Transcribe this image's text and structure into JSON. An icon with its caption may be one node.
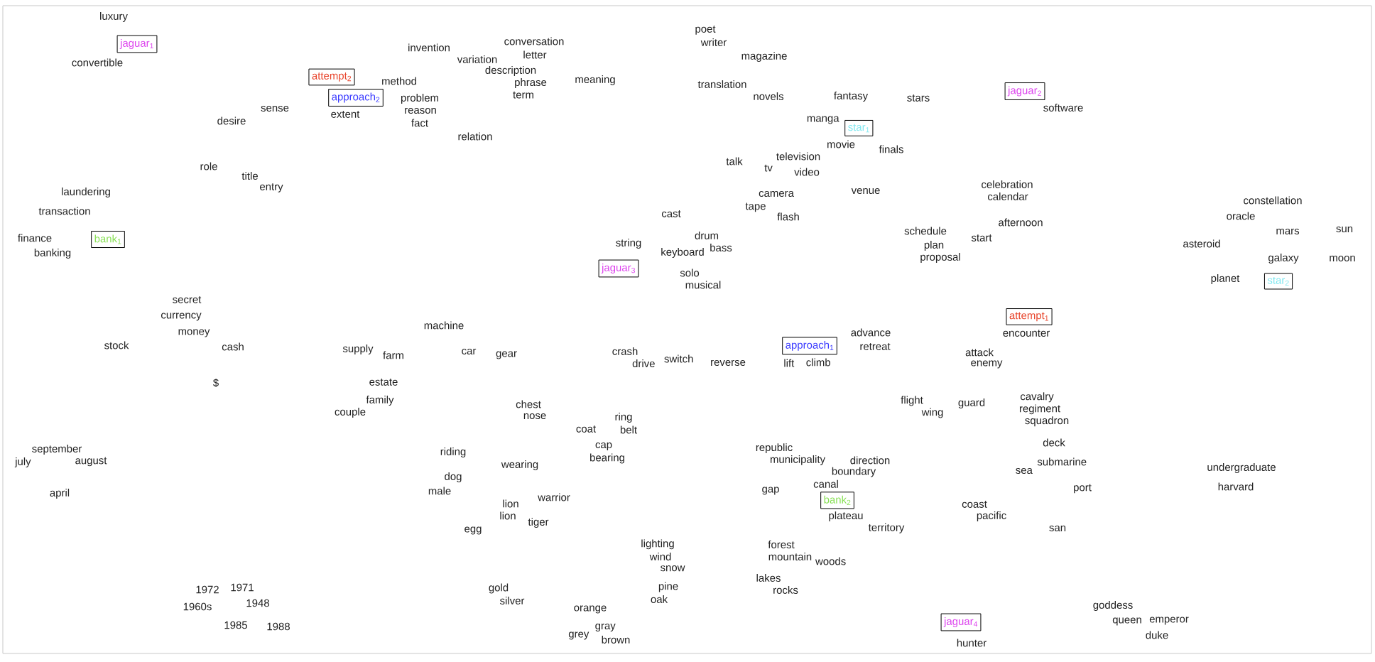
{
  "diagram": {
    "nodes": [
      {
        "text": [
          "jaguar$_{1}$"
        ]
      },
      {
        "text": [
          "attempt$_{2}$"
        ]
      },
      {
        "text": [
          "jaguar$_{2}$"
        ]
      },
      {
        "text": [
          "approach$_{2}$"
        ]
      },
      {
        "text": [
          "star$_{1}$"
        ]
      },
      {
        "text": [
          "bank$_{1}$"
        ]
      },
      {
        "text": [
          "jaguar$_{3}$"
        ]
      },
      {
        "text": [
          "star$_{2}$"
        ]
      },
      {
        "text": [
          "attempt$_{1}$"
        ]
      },
      {
        "text": [
          "approach$_{1}$"
        ]
      },
      {
        "text": [
          "bank$_{2}$"
        ]
      },
      {
        "text": [
          "jaguar$_{4}$"
        ]
      }
    ],
    "labels": [
      "luxury",
      "poet",
      "writer",
      "conversation",
      "invention",
      "letter",
      "magazine",
      "convertible",
      "variation",
      "description",
      "meaning",
      "phrase",
      "method",
      "translation",
      "term",
      "novels",
      "fantasy",
      "stars",
      "problem",
      "software",
      "sense",
      "reason",
      "extent",
      "manga",
      "desire",
      "fact",
      "relation",
      "movie",
      "finals",
      "television",
      "talk",
      "tv",
      "role",
      "video",
      "title",
      "entry",
      "celebration",
      "venue",
      "laundering",
      "camera",
      "calendar",
      "constellation",
      "tape",
      "transaction",
      "cast",
      "oracle",
      "flash",
      "afternoon",
      "sun",
      "schedule",
      "mars",
      "drum",
      "finance",
      "start",
      "string",
      "asteroid",
      "bass",
      "plan",
      "keyboard",
      "banking",
      "proposal",
      "galaxy",
      "moon",
      "solo",
      "planet",
      "musical",
      "secret",
      "currency",
      "machine",
      "encounter",
      "advance",
      "money",
      "stock",
      "cash",
      "retreat",
      "supply",
      "car",
      "farm",
      "gear",
      "crash",
      "attack",
      "switch",
      "drive",
      "lift",
      "climb",
      "enemy",
      "reverse",
      "estate",
      "$",
      "family",
      "guard",
      "cavalry",
      "chest",
      "flight",
      "wing",
      "regiment",
      "couple",
      "nose",
      "squadron",
      "ring",
      "belt",
      "coat",
      "deck",
      "cap",
      "september",
      "riding",
      "republic",
      "bearing",
      "municipality",
      "august",
      "july",
      "submarine",
      "wearing",
      "direction",
      "undergraduate",
      "sea",
      "dog",
      "boundary",
      "harvard",
      "port",
      "canal",
      "gap",
      "male",
      "april",
      "warrior",
      "coast",
      "lion",
      "lion",
      "plateau",
      "pacific",
      "tiger",
      "territory",
      "san",
      "egg",
      "lighting",
      "forest",
      "mountain",
      "wind",
      "woods",
      "snow",
      "lakes",
      "rocks",
      "1971",
      "1972",
      "pine",
      "gold",
      "silver",
      "oak",
      "1948",
      "goddess",
      "1960s",
      "orange",
      "emperor",
      "queen",
      "1985",
      "1988",
      "gray",
      "duke",
      "grey",
      "brown",
      "hunter"
    ]
  }
}
